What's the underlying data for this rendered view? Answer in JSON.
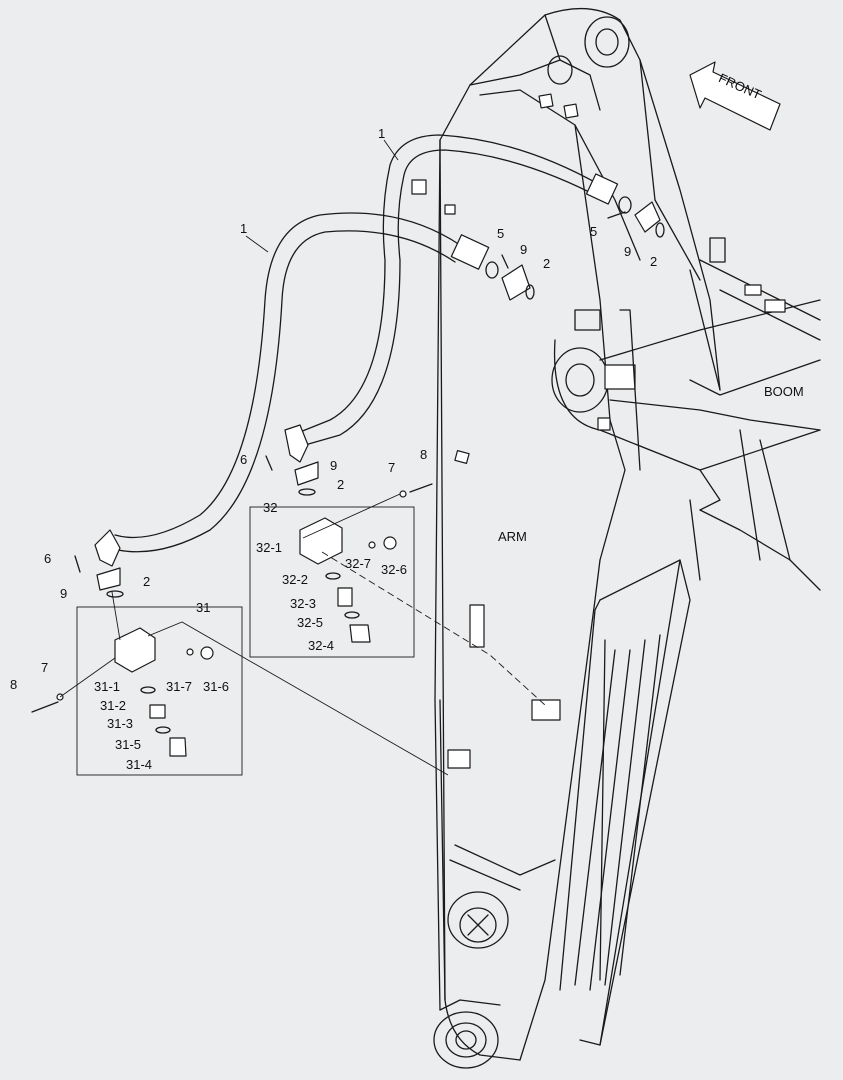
{
  "labels": {
    "front": "FRONT",
    "boom": "BOOM",
    "arm": "ARM",
    "c1a": "1",
    "c1b": "1",
    "c2a": "2",
    "c2b": "2",
    "c2c": "2",
    "c2d": "2",
    "c5a": "5",
    "c5b": "5",
    "c6a": "6",
    "c6b": "6",
    "c7a": "7",
    "c7b": "7",
    "c8a": "8",
    "c8b": "8",
    "c9a": "9",
    "c9b": "9",
    "c9c": "9",
    "c9d": "9",
    "g31": "31",
    "p31_1": "31-1",
    "p31_2": "31-2",
    "p31_3": "31-3",
    "p31_4": "31-4",
    "p31_5": "31-5",
    "p31_6": "31-6",
    "p31_7": "31-7",
    "g32": "32",
    "p32_1": "32-1",
    "p32_2": "32-2",
    "p32_3": "32-3",
    "p32_4": "32-4",
    "p32_5": "32-5",
    "p32_6": "32-6",
    "p32_7": "32-7"
  }
}
